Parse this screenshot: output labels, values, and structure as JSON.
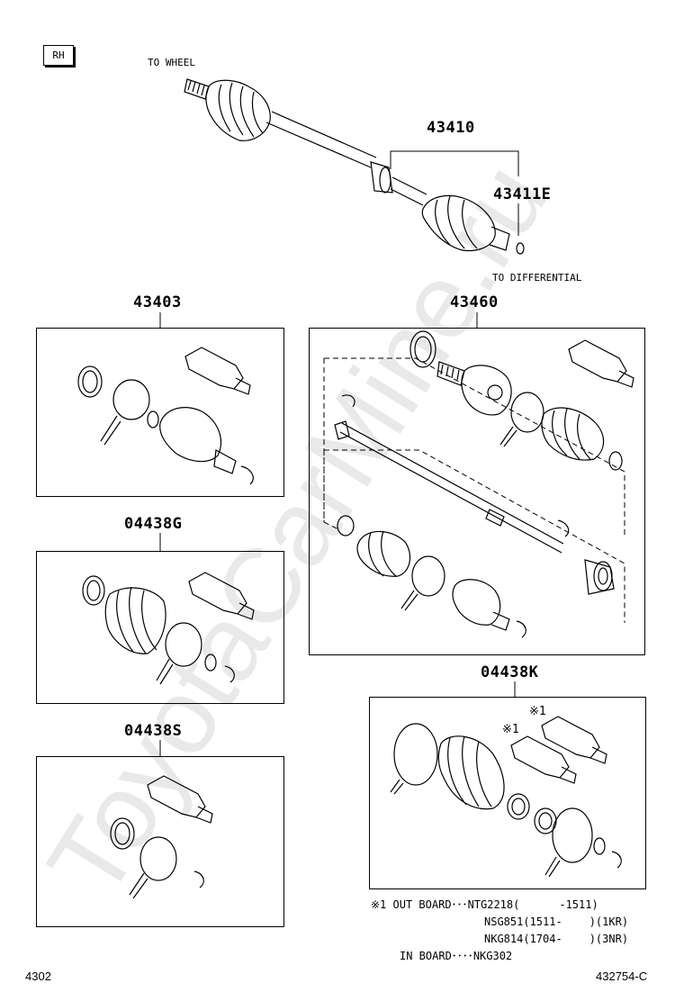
{
  "region_tag": "RH",
  "top_assembly": {
    "to_wheel": "TO WHEEL",
    "to_differential": "TO DIFFERENTIAL",
    "shaft_part": "43410",
    "nut_part": "43411E"
  },
  "kits": {
    "k43403": "43403",
    "k04438g": "04438G",
    "k04438s": "04438S",
    "k43460": "43460",
    "k04438k": "04438K",
    "note_mark": "※1"
  },
  "notes": {
    "line1_mark": "※1",
    "line1_label": "OUT BOARD",
    "line1_dots": "･･･",
    "line1_code": "NTG2218(",
    "line1_range": "-1511)",
    "line2_code": "NSG851(1511-",
    "line2_tail": ")(1KR)",
    "line3_code": "NKG814(1704-",
    "line3_tail": ")(3NR)",
    "line4_label": "IN BOARD",
    "line4_dots": "････",
    "line4_code": "NKG302"
  },
  "footer": {
    "left": "4302",
    "right": "432754-C"
  },
  "watermark": "ToyotaCarMine.ru"
}
